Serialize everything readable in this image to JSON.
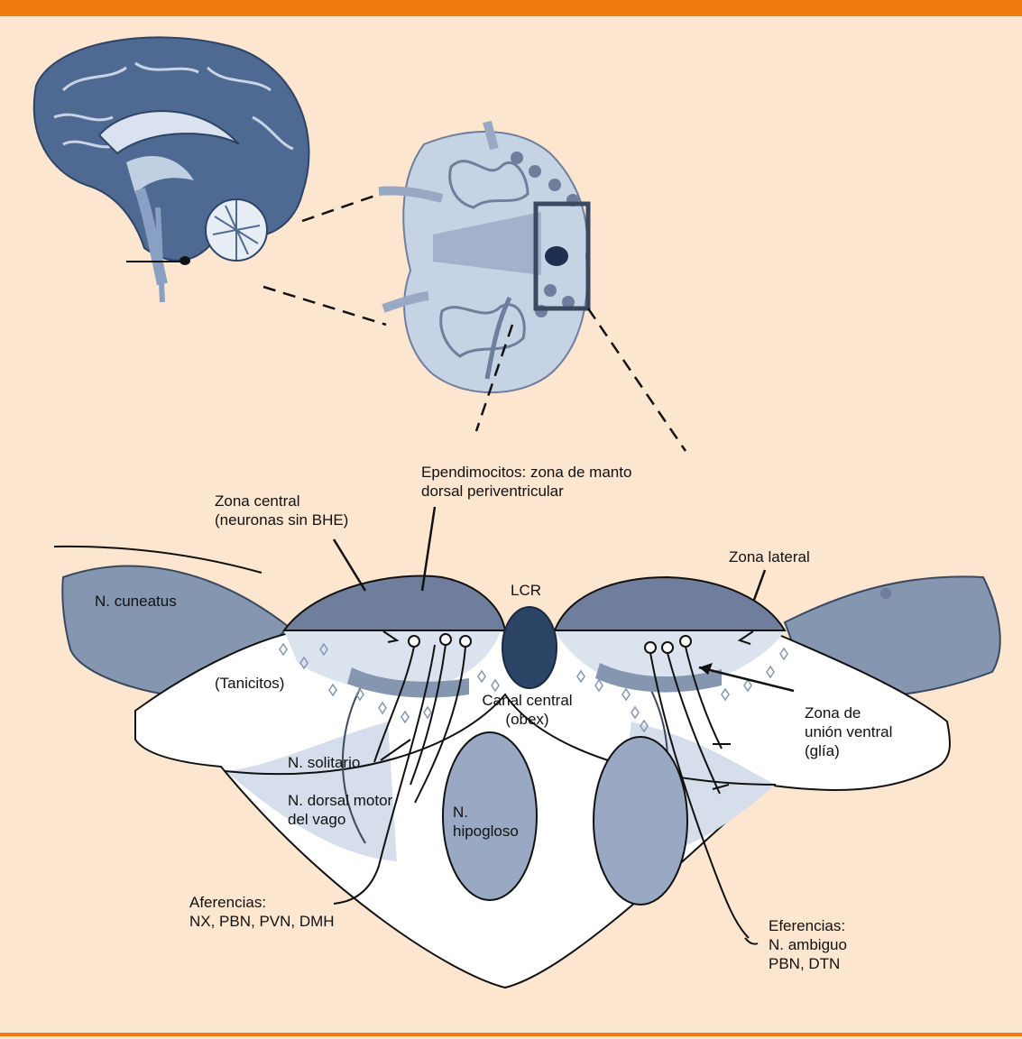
{
  "colors": {
    "frame": "#ef7b10",
    "background": "#fde6cf",
    "tissue_dark": "#6f7e9c",
    "tissue_mid": "#9aa9c3",
    "tissue_light": "#dbe3ee",
    "canal": "#2c4566"
  },
  "labels": {
    "ependimocitos": "Ependimocitos: zona de manto\ndorsal periventricular",
    "zona_central": "Zona central\n(neuronas sin BHE)",
    "zona_lateral": "Zona lateral",
    "lcr": "LCR",
    "n_cuneatus": "N. cuneatus",
    "tanicitos": "(Tanicitos)",
    "canal_central": "Canal central\n(obex)",
    "zona_union_ventral": "Zona de\nunión ventral\n(glía)",
    "n_solitario": "N. solitario",
    "n_dorsal_motor": "N. dorsal motor\ndel vago",
    "n_hipogloso": "N.\nhipogloso",
    "aferencias": "Aferencias:\nNX, PBN, PVN, DMH",
    "eferencias": "Eferencias:\nN. ambiguo\nPBN, DTN"
  }
}
